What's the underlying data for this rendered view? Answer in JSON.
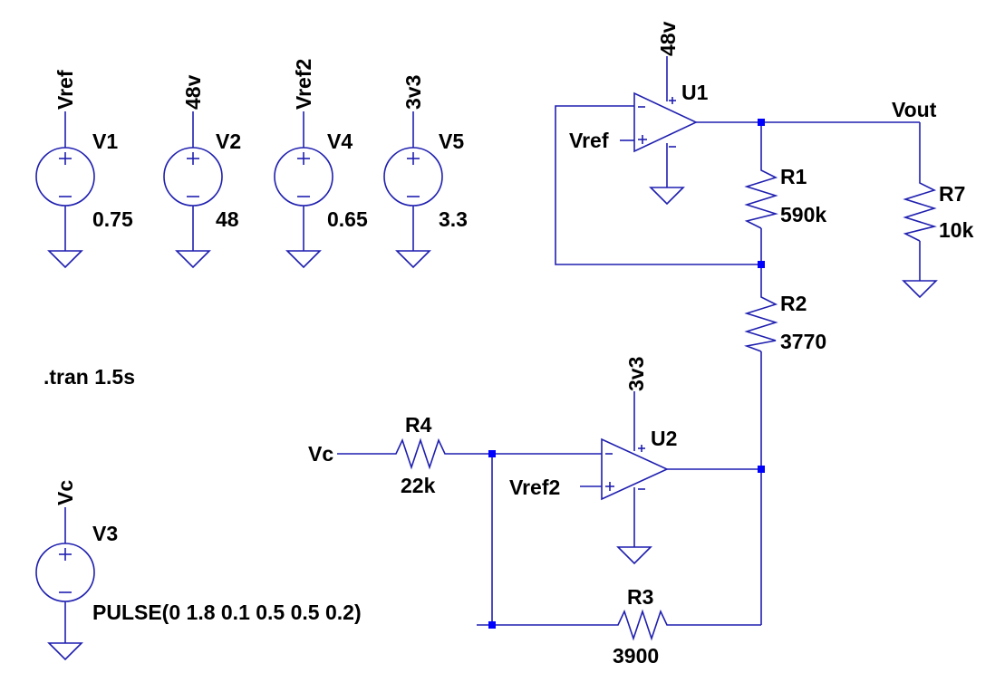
{
  "sources": [
    {
      "name": "V1",
      "net": "Vref",
      "value": "0.75"
    },
    {
      "name": "V2",
      "net": "48v",
      "value": "48"
    },
    {
      "name": "V4",
      "net": "Vref2",
      "value": "0.65"
    },
    {
      "name": "V5",
      "net": "3v3",
      "value": "3.3"
    },
    {
      "name": "V3",
      "net": "Vc",
      "value": "PULSE(0 1.8 0.1 0.5 0.5 0.2)"
    }
  ],
  "opamps": [
    {
      "name": "U1",
      "supply": "48v",
      "in_plus": "Vref"
    },
    {
      "name": "U2",
      "supply": "3v3",
      "in_plus": "Vref2"
    }
  ],
  "resistors": [
    {
      "name": "R1",
      "value": "590k"
    },
    {
      "name": "R2",
      "value": "3770"
    },
    {
      "name": "R3",
      "value": "3900"
    },
    {
      "name": "R4",
      "value": "22k"
    },
    {
      "name": "R7",
      "value": "10k"
    }
  ],
  "nets": {
    "vout": "Vout",
    "vc_input": "Vc"
  },
  "directive": ".tran 1.5s"
}
